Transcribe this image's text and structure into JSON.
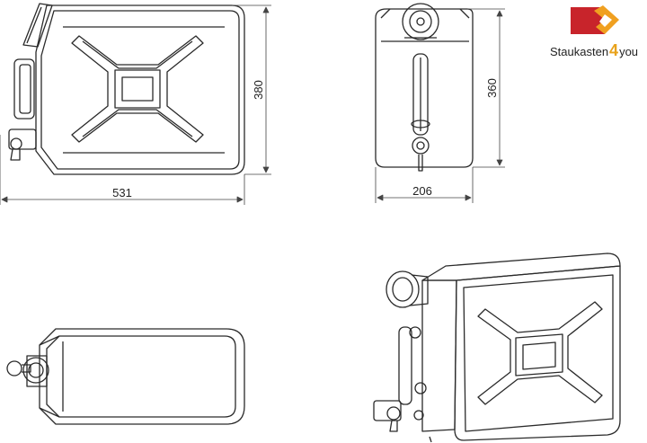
{
  "brand": {
    "name_part1": "Staukasten",
    "name_digit": "4",
    "name_part2": "you",
    "colors": {
      "red": "#c8242b",
      "orange": "#f0a020",
      "dark": "#333333"
    }
  },
  "dimensions": {
    "side_width": "531",
    "side_height": "380",
    "front_width": "206",
    "front_height": "360"
  },
  "colors": {
    "line": "#2a2a2a",
    "dim_line": "#444444"
  }
}
